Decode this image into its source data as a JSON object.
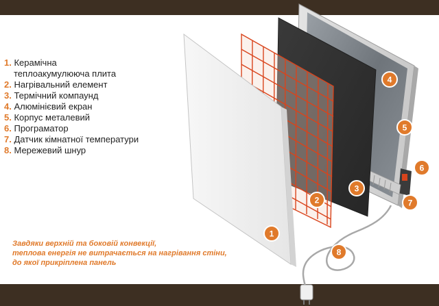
{
  "legend": [
    {
      "num": "1.",
      "line1": "Керамічна",
      "line2": "теплоакумулююча плита"
    },
    {
      "num": "2.",
      "line1": "Нагрівальний елемент"
    },
    {
      "num": "3.",
      "line1": "Термічний компаунд"
    },
    {
      "num": "4.",
      "line1": "Алюмінієвий екран"
    },
    {
      "num": "5.",
      "line1": "Корпус металевий"
    },
    {
      "num": "6.",
      "line1": "Програматор"
    },
    {
      "num": "7.",
      "line1": "Датчик кімнатної температури"
    },
    {
      "num": "8.",
      "line1": "Мережевий шнур"
    }
  ],
  "caption": {
    "line1": "Завдяки верхній та боковій конвекції,",
    "line2": "теплова енергія не витрачається на нагрівання стіни,",
    "line3": "до якої прикріплена панель"
  },
  "badges": [
    "1",
    "2",
    "3",
    "4",
    "5",
    "6",
    "7",
    "8"
  ],
  "colors": {
    "bar": "#3d2f22",
    "accent": "#e07a2b",
    "grid": "#d9441c",
    "compound": "#2f2f2f"
  }
}
